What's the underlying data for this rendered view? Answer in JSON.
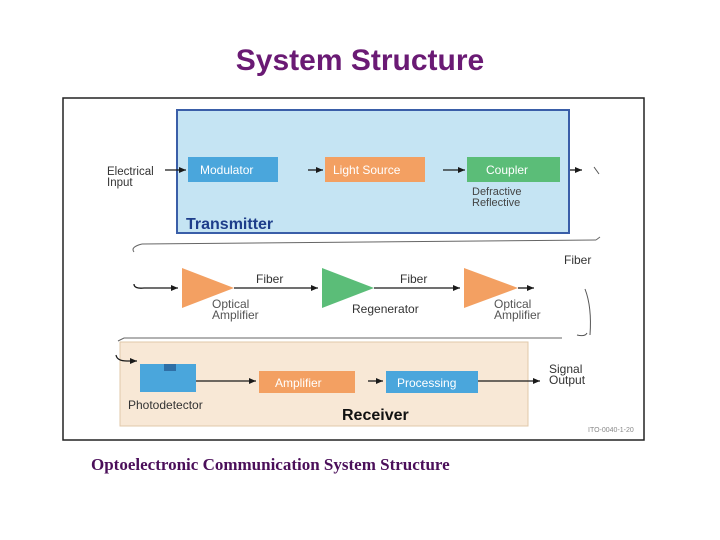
{
  "title": "System Structure",
  "caption": "Optoelectronic Communication System Structure",
  "diagram": {
    "electrical_input": [
      "Electrical",
      "Input"
    ],
    "transmitter": {
      "label": "Transmitter",
      "modulator": "Modulator",
      "light_source": "Light Source",
      "coupler": "Coupler",
      "coupler_types": [
        "Defractive",
        "Reflective"
      ]
    },
    "fiber_labels": [
      "Fiber",
      "Fiber",
      "Fiber"
    ],
    "optical_amplifier": [
      "Optical",
      "Amplifier"
    ],
    "regenerator": "Regenerator",
    "receiver": {
      "label": "Receiver",
      "photodetector": "Photodetector",
      "amplifier": "Amplifier",
      "processing": "Processing"
    },
    "signal_output": [
      "Signal",
      "Output"
    ],
    "figure_id": "ITO-0040-1-20"
  },
  "colors": {
    "title": "#6a1a74",
    "transmitter_bg": "#c5e4f3",
    "receiver_bg": "#f8e8d6",
    "blue_box": "#4aa6dc",
    "orange_box": "#f3a062",
    "green_box": "#5bbd78"
  }
}
